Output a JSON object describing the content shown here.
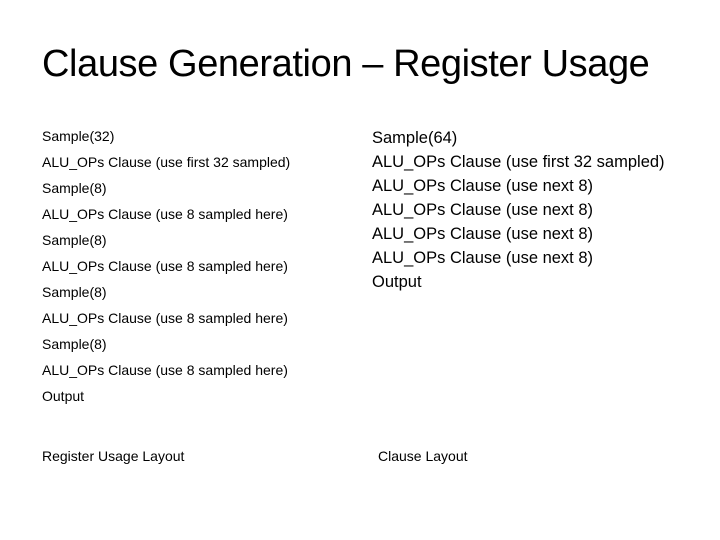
{
  "slide": {
    "title": "Clause Generation – Register Usage",
    "colors": {
      "background": "#ffffff",
      "text": "#000000"
    },
    "left_column": {
      "lines": [
        "Sample(32)",
        "ALU_OPs Clause (use first 32 sampled)",
        "Sample(8)",
        "ALU_OPs Clause (use 8 sampled here)",
        "Sample(8)",
        "ALU_OPs Clause (use 8 sampled here)",
        "Sample(8)",
        "ALU_OPs Clause (use 8 sampled here)",
        "Sample(8)",
        "ALU_OPs Clause (use 8 sampled here)",
        "Output"
      ],
      "caption": "Register Usage Layout"
    },
    "right_column": {
      "lines": [
        "Sample(64)",
        "ALU_OPs Clause (use first 32 sampled)",
        "ALU_OPs Clause (use next 8)",
        "ALU_OPs Clause (use next 8)",
        "ALU_OPs Clause (use next 8)",
        "ALU_OPs Clause (use next 8)",
        "Output"
      ],
      "caption": "Clause Layout"
    }
  }
}
